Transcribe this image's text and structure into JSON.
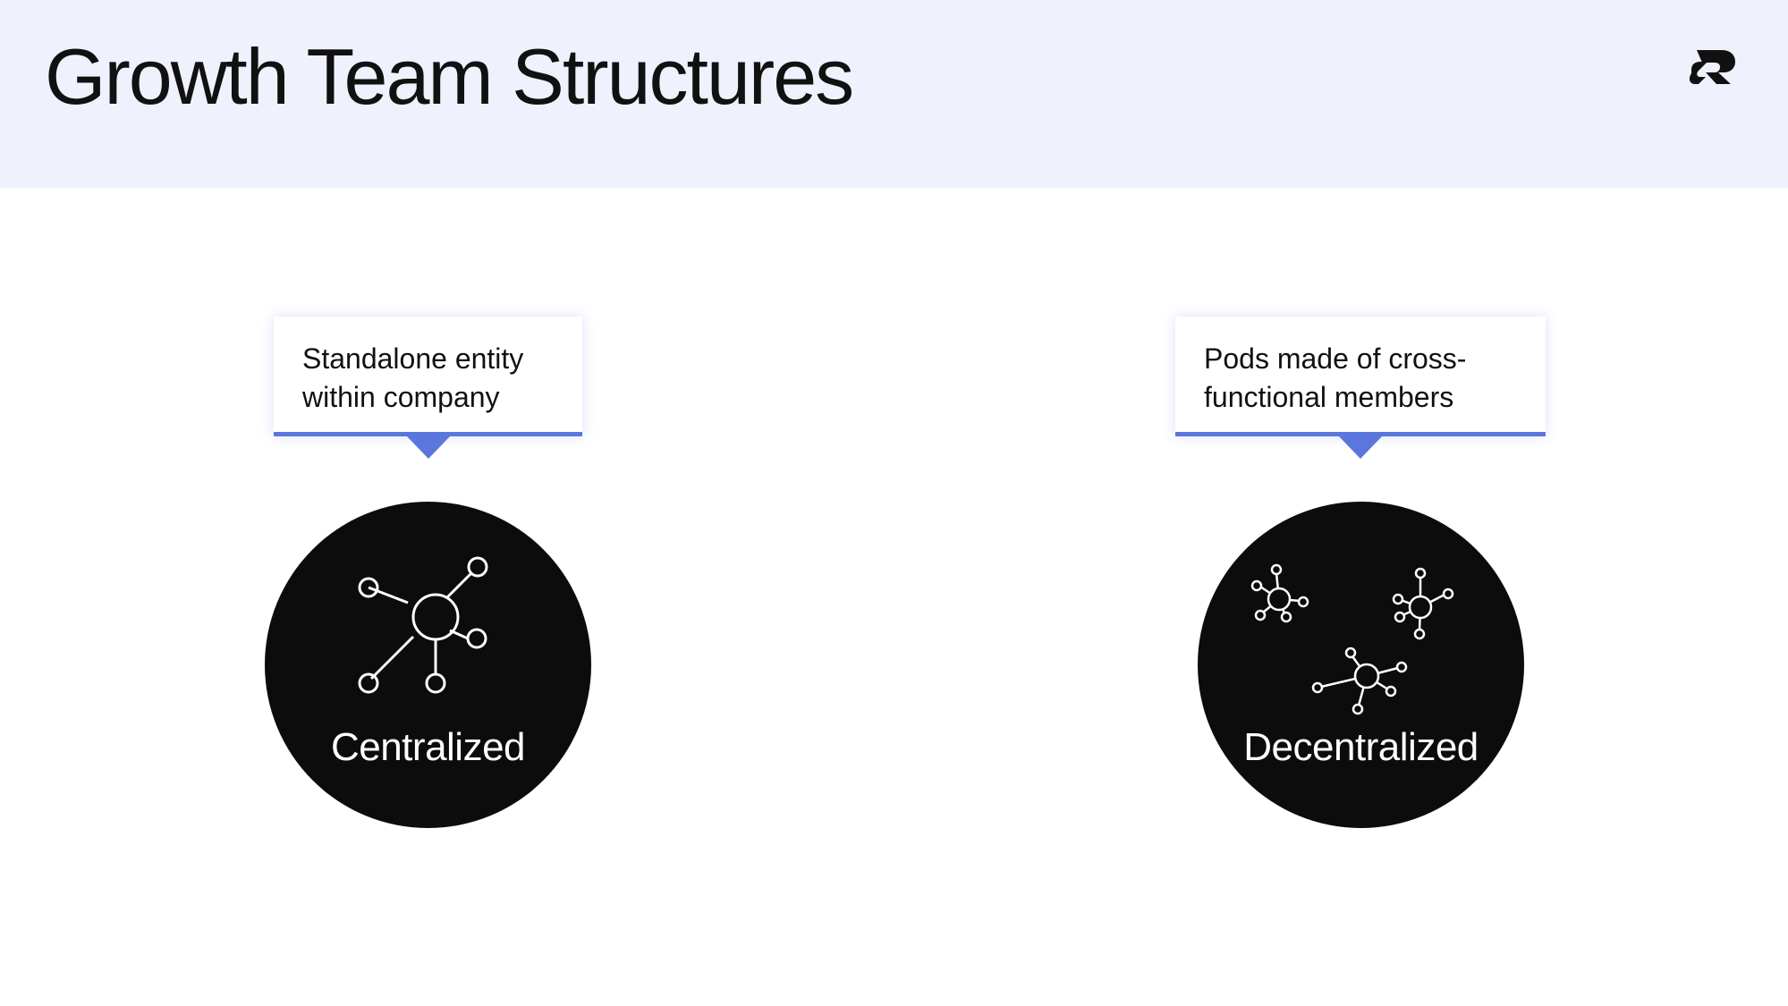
{
  "slide": {
    "title": "Growth Team Structures",
    "logo": "brand-logo"
  },
  "structures": [
    {
      "callout": "Standalone entity within company",
      "label": "Centralized",
      "icon": "hub-network-icon"
    },
    {
      "callout": "Pods made of cross-functional members",
      "label": "Decentralized",
      "icon": "multi-cluster-network-icon"
    }
  ],
  "colors": {
    "header_background": "#eff2fd",
    "accent": "#5b77de",
    "circle": "#0b0c0b",
    "text": "#111111"
  }
}
